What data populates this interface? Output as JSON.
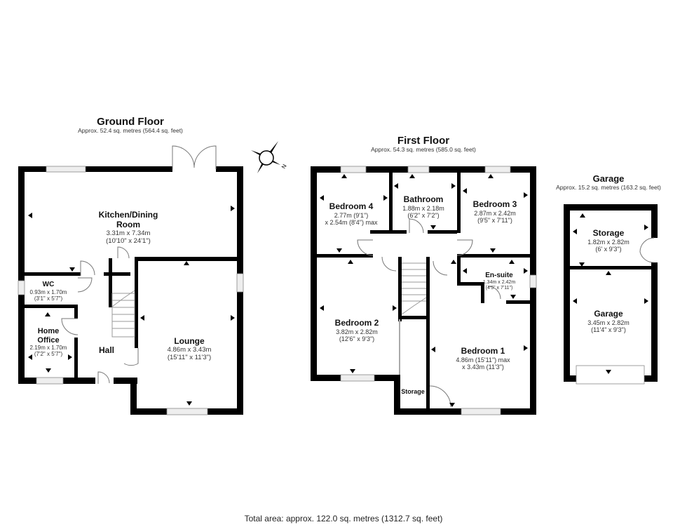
{
  "floors": {
    "ground": {
      "title": "Ground Floor",
      "area": "Approx. 52.4 sq. metres (564.4 sq. feet)",
      "rooms": {
        "kitchen": {
          "name_line1": "Kitchen/Dining",
          "name_line2": "Room",
          "dim_m": "3.31m x 7.34m",
          "dim_ft": "(10'10\" x 24'1\")"
        },
        "wc": {
          "name": "WC",
          "dim_m": "0.93m x 1.70m",
          "dim_ft": "(3'1\" x 5'7\")"
        },
        "office": {
          "name_line1": "Home",
          "name_line2": "Office",
          "dim_m": "2.19m x 1.70m",
          "dim_ft": "(7'2\" x 5'7\")"
        },
        "hall": {
          "name": "Hall"
        },
        "lounge": {
          "name": "Lounge",
          "dim_m": "4.86m x 3.43m",
          "dim_ft": "(15'11\" x 11'3\")"
        }
      }
    },
    "first": {
      "title": "First Floor",
      "area": "Approx. 54.3 sq. metres (585.0 sq. feet)",
      "rooms": {
        "bedroom4": {
          "name": "Bedroom 4",
          "dim_line1": "2.77m (9'1\")",
          "dim_line2": "x 2.54m (8'4\") max"
        },
        "bathroom": {
          "name": "Bathroom",
          "dim_m": "1.88m x 2.18m",
          "dim_ft": "(6'2\" x 7'2\")"
        },
        "bedroom3": {
          "name": "Bedroom 3",
          "dim_m": "2.87m x 2.42m",
          "dim_ft": "(9'5\" x 7'11\")"
        },
        "ensuite": {
          "name": "En-suite",
          "dim_m": "1.34m x 2.42m",
          "dim_ft": "(4'5\" x 7'11\")"
        },
        "bedroom2": {
          "name": "Bedroom 2",
          "dim_m": "3.82m x 2.82m",
          "dim_ft": "(12'6\" x 9'3\")"
        },
        "bedroom1": {
          "name": "Bedroom 1",
          "dim_line1": "4.86m (15'11\") max",
          "dim_line2": "x 3.43m (11'3\")"
        },
        "storage": {
          "name": "Storage"
        }
      }
    },
    "garage": {
      "title": "Garage",
      "area": "Approx. 15.2 sq. metres (163.2 sq. feet)",
      "rooms": {
        "storage": {
          "name": "Storage",
          "dim_m": "1.82m x 2.82m",
          "dim_ft": "(6' x 9'3\")"
        },
        "garage": {
          "name": "Garage",
          "dim_m": "3.45m x 2.82m",
          "dim_ft": "(11'4\" x 9'3\")"
        }
      }
    }
  },
  "compass": {
    "icon": "compass-north-icon",
    "label": "N"
  },
  "total_area": "Total area: approx. 122.0 sq. metres (1312.7 sq. feet)",
  "colors": {
    "wall": "#000000",
    "window": "#eeeeee",
    "door_arc": "#777777",
    "background": "#ffffff"
  }
}
